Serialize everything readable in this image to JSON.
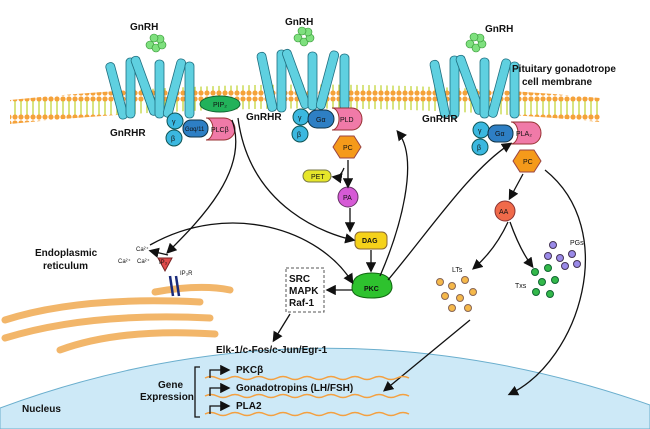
{
  "labels": {
    "gnrh": "GnRH",
    "gnrhr": "GnRHR",
    "membrane_line1": "Pituitary gonadotrope",
    "membrane_line2": "cell membrane",
    "pip2": "PIP₂",
    "gamma": "γ",
    "beta": "β",
    "gaq11": "Gαq/11",
    "ga": "Gα",
    "plcb": "PLCβ",
    "pld": "PLD",
    "pla2": "PLA₂",
    "pc": "PC",
    "pet": "PET",
    "pa": "PA",
    "dag": "DAG",
    "pkc": "PKC",
    "aa": "AA",
    "lts": "LTs",
    "txs": "Txs",
    "pgs": "PGs",
    "ca": "Ca²⁺",
    "ip3": "IP₃",
    "ip3r": "IP₃R",
    "er_line1": "Endoplasmic",
    "er_line2": "reticulum",
    "kinase1": "SRC",
    "kinase2": "MAPK",
    "kinase3": "Raf-1",
    "tfs": "Elk-1/c-Fos/c-Jun/Egr-1",
    "gene_line1": "Gene",
    "gene_line2": "Expression",
    "gene1": "PKCβ",
    "gene2": "Gonadotropins (LH/FSH)",
    "gene3": "PLA2",
    "nucleus": "Nucleus"
  },
  "colors": {
    "receptor": "#5fd0e0",
    "gnrh": "#7ee07e",
    "pip2": "#22b25a",
    "g_gamma_beta": "#3bb8e0",
    "g_alpha": "#2e7fc4",
    "enzyme": "#f07aa8",
    "pc": "#f59a1a",
    "pet": "#e6e62a",
    "pa": "#d65ad6",
    "dag": "#f5d21a",
    "pkc": "#2ec22e",
    "aa": "#f06a4a",
    "er": "#f2b66a",
    "nucleus": "#cde9f7",
    "dna": "#f4a040"
  }
}
